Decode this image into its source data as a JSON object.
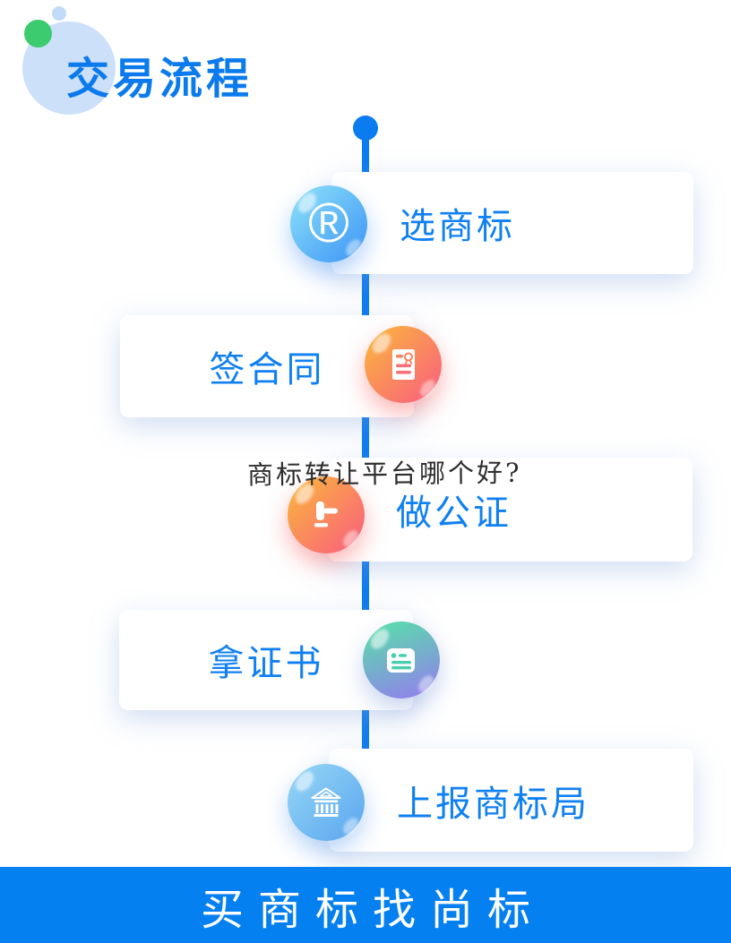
{
  "header": {
    "title": "交易流程"
  },
  "watermark": {
    "text": "商标转让平台哪个好?"
  },
  "timeline": {
    "steps": [
      {
        "label": "选商标",
        "icon": "registered-trademark-icon",
        "side": "right",
        "gradient_from": "#86DBF8",
        "gradient_to": "#3F97F6"
      },
      {
        "label": "签合同",
        "icon": "contract-document-icon",
        "side": "left",
        "gradient_from": "#FBB23F",
        "gradient_to": "#F9607E"
      },
      {
        "label": "做公证",
        "icon": "gavel-icon",
        "side": "right",
        "gradient_from": "#FBB23F",
        "gradient_to": "#F9607E"
      },
      {
        "label": "拿证书",
        "icon": "certificate-card-icon",
        "side": "left",
        "gradient_from": "#5BD9AD",
        "gradient_to": "#8F85E9"
      },
      {
        "label": "上报商标局",
        "icon": "bank-building-icon",
        "side": "right",
        "gradient_from": "#90D2F4",
        "gradient_to": "#5CA8F0"
      }
    ]
  },
  "footer": {
    "banner_text": "买商标找尚标",
    "background": "#0580F0"
  },
  "colors": {
    "title_blue": "#0B7AED",
    "step_text_blue": "#0F80F2",
    "timeline_blue": "#0A7CEF",
    "decor_circle_blue": "#CCE0F9",
    "decor_circle_green": "#3CCB6E",
    "banner_blue": "#0580F0"
  }
}
